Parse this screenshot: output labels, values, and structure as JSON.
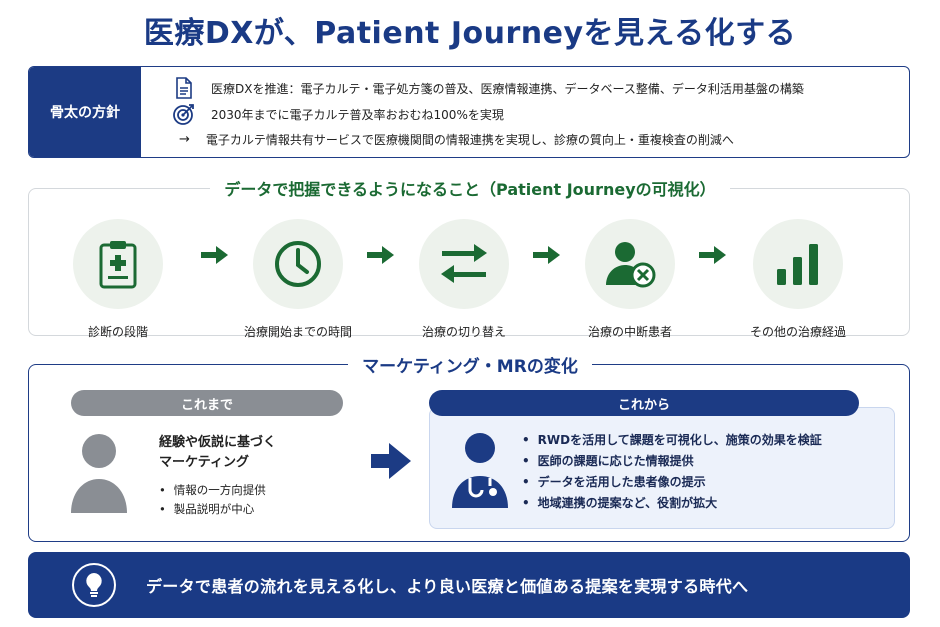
{
  "title": "医療DXが、Patient Journeyを見える化する",
  "policy": {
    "label": "骨太の方針",
    "row1": "医療DXを推進：電子カルテ・電子処方箋の普及、医療情報連携、データベース整備、データ利活用基盤の構築",
    "row1_icon": "document-icon",
    "row2": "2030年までに電子カルテ普及率おおむね100%を実現",
    "row2_icon": "target-icon",
    "row3_arrow": "→",
    "row3": "電子カルテ情報共有サービスで医療機関間の情報連携を実現し、診療の質向上・重複検査の削減へ"
  },
  "journey": {
    "heading": "データで把握できるようになること（Patient Journeyの可視化）",
    "items": [
      {
        "label": "診断の段階",
        "icon": "clipboard-icon"
      },
      {
        "label": "治療開始までの時間",
        "icon": "clock-icon"
      },
      {
        "label": "治療の切り替え",
        "icon": "swap-icon"
      },
      {
        "label": "治療の中断患者",
        "icon": "patient-stop-icon"
      },
      {
        "label": "その他の治療経過",
        "icon": "bar-chart-icon"
      }
    ]
  },
  "mr": {
    "heading": "マーケティング・MRの変化",
    "before": {
      "pill": "これまで",
      "heading_line1": "経験や仮説に基づく",
      "heading_line2": "マーケティング",
      "items": [
        "情報の一方向提供",
        "製品説明が中心"
      ]
    },
    "after": {
      "pill": "これから",
      "items": [
        "RWDを活用して課題を可視化し、施策の効果を検証",
        "医師の課題に応じた情報提供",
        "データを活用した患者像の提示",
        "地域連携の提案など、役割が拡大"
      ]
    }
  },
  "footer": {
    "icon": "lightbulb-icon",
    "text": "データで患者の流れを見える化し、より良い医療と価値ある提案を実現する時代へ"
  },
  "colors": {
    "navy": "#1c3b84",
    "green": "#1b6a33",
    "gray": "#8a8e94",
    "light_green": "#edf2ec",
    "light_blue": "#edf2fb"
  }
}
